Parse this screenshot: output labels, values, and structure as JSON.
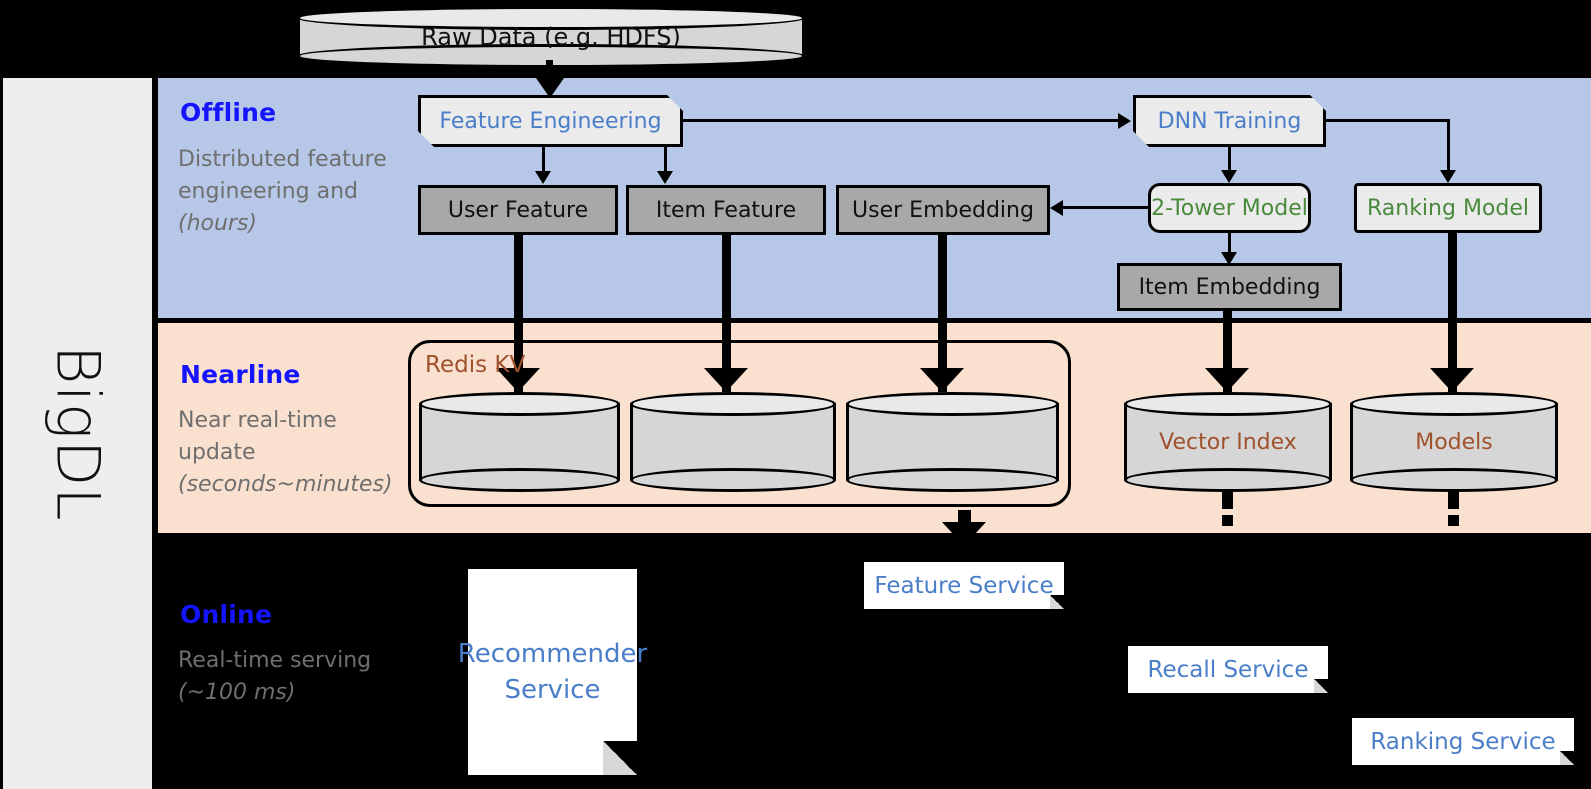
{
  "framework": {
    "name": "BigDL"
  },
  "source": {
    "label": "Raw Data (e.g. HDFS)"
  },
  "stages": [
    {
      "key": "offline",
      "title": "Offline",
      "desc_line1": "Distributed feature engineering and ",
      "desc_em": "(hours)",
      "band_color": "#b6c7e8"
    },
    {
      "key": "nearline",
      "title": "Nearline",
      "desc_line1": "Near real-time update ",
      "desc_em": "(seconds~minutes)",
      "band_color": "#fae0ce"
    },
    {
      "key": "online",
      "title": "Online",
      "desc_line1": "Real-time serving ",
      "desc_em": "(~100 ms)",
      "band_color": "#000000"
    }
  ],
  "offline": {
    "feature_engineering": "Feature Engineering",
    "dnn_training": "DNN Training",
    "user_feature": "User Feature",
    "item_feature": "Item Feature",
    "user_embedding": "User Embedding",
    "two_tower_model": "2-Tower Model",
    "ranking_model": "Ranking Model",
    "item_embedding": "Item Embedding"
  },
  "nearline": {
    "group_label": "Redis KV",
    "vector_index": "Vector Index",
    "models": "Models"
  },
  "online": {
    "recommender_service": "Recommender Service",
    "feature_service": "Feature Service",
    "recall_service": "Recall Service",
    "ranking_service": "Ranking Service"
  },
  "colors": {
    "stage_title": "#1414ff",
    "stage_desc": "#6f6f6f",
    "blue_text": "#4a7ec9",
    "green_text": "#4a8a3c",
    "brown_text": "#a0522d",
    "offline_band": "#b6c7e8",
    "nearline_band": "#fae0ce",
    "gray_box": "#a8a8a8",
    "card_box": "#ebebeb"
  }
}
